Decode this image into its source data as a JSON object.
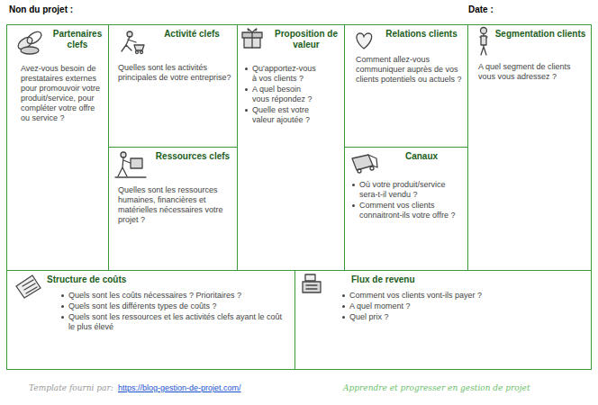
{
  "diagram": {
    "nodes": [
      {
        "text": [
          "Partenaires clefs",
          "Avez-vous besoin de prestataires externes pour promouvoir votre produit/service, pour compléter votre offre ou service ?"
        ]
      },
      {
        "text": [
          "Activité clefs",
          "Quelles sont les activités principales de votre entreprise?"
        ]
      },
      {
        "text": [
          "Proposition de valeur",
          "Qu'apportez-vous à vos clients ?",
          "A quel besoin vous répondez ?",
          "Quelle est votre valeur ajoutée ?"
        ]
      },
      {
        "text": [
          "Relations clients",
          "Comment allez-vous communiquer auprès de vos clients potentiels ou actuels ?"
        ]
      },
      {
        "text": [
          "Segmentation clients",
          "A quel segment de clients vous vous adressez ?"
        ]
      },
      {
        "text": [
          "Ressources clefs",
          "Quelles sont les ressources humaines, financières et matérielles nécessaires votre projet ?"
        ]
      },
      {
        "text": [
          "Canaux",
          "Où votre produit/service sera-t-il vendu ?",
          "Comment vos clients connaitront-ils votre offre ?"
        ]
      },
      {
        "text": [
          "Structure de coûts",
          "Quels sont les coûts nécessaires ? Prioritaires ?",
          "Quels sont les différents types de coûts ?",
          "Quels sont les ressources et les activités clefs ayant le coût le plus élevé"
        ]
      },
      {
        "text": [
          "Flux de revenu",
          "Comment vos clients vont-ils payer ?",
          "A quel moment ?",
          "Quel prix ?"
        ]
      }
    ],
    "labels": [
      "Non du projet :",
      "Date :",
      "Template fourni par:",
      "https://blog-gestion-de-projet.com/",
      "Apprendre et progresser en gestion de projet"
    ]
  }
}
